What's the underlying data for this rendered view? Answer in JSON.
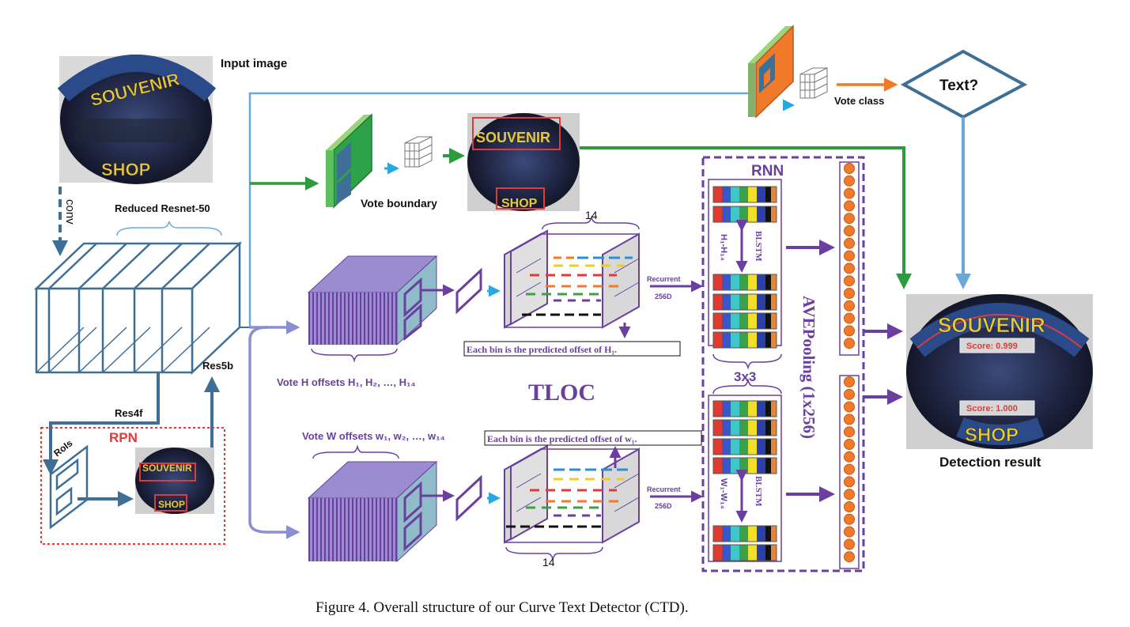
{
  "labels": {
    "input_image": "Input  image",
    "conv": "conv",
    "reduced_resnet": "Reduced Resnet-50",
    "res5b": "Res5b",
    "res4f": "Res4f",
    "rpn": "RPN",
    "rois": "RoIs",
    "vote_boundary": "Vote boundary",
    "vote_class": "Vote class",
    "text_q": "Text?",
    "vote_h": "Vote H offsets H₁, H₂, …, H₁₄",
    "vote_w": "Vote W offsets w₁, w₂, …, w₁₄",
    "tloc": "TLOC",
    "bin_h": "Each bin is the predicted offset of H₁.",
    "bin_w": "Each bin is the predicted offset of w₁.",
    "fourteen_top": "14",
    "fourteen_bottom": "14",
    "recurrent_top": "Recurrent",
    "d256_top": "256D",
    "recurrent_bottom": "Recurrent",
    "d256_bottom": "256D",
    "rnn": "RNN",
    "blstm_top": "BLSTM",
    "blstm_bottom": "BLSTM",
    "h_range": "H₁-H₁₄",
    "w_range": "W₁-W₁₄",
    "three_by_three": "3x3",
    "avepooling": "AVEPooling (1x256)",
    "detection_result": "Detection result",
    "score_top": "Score: 0.999",
    "score_bottom": "Score: 1.000",
    "souvenir": "SOUVENIR",
    "shop": "SHOP",
    "caption": "Figure 4. Overall structure of our Curve Text Detector (CTD)."
  },
  "colors": {
    "backbone": "#3e6f96",
    "purple": "#6a3fa0",
    "green": "#2e9a3e",
    "light_blue": "#6aa8d8",
    "orange": "#f07a2a",
    "rpn_red": "#e03a3a",
    "lavender": "#8b8fcf"
  }
}
